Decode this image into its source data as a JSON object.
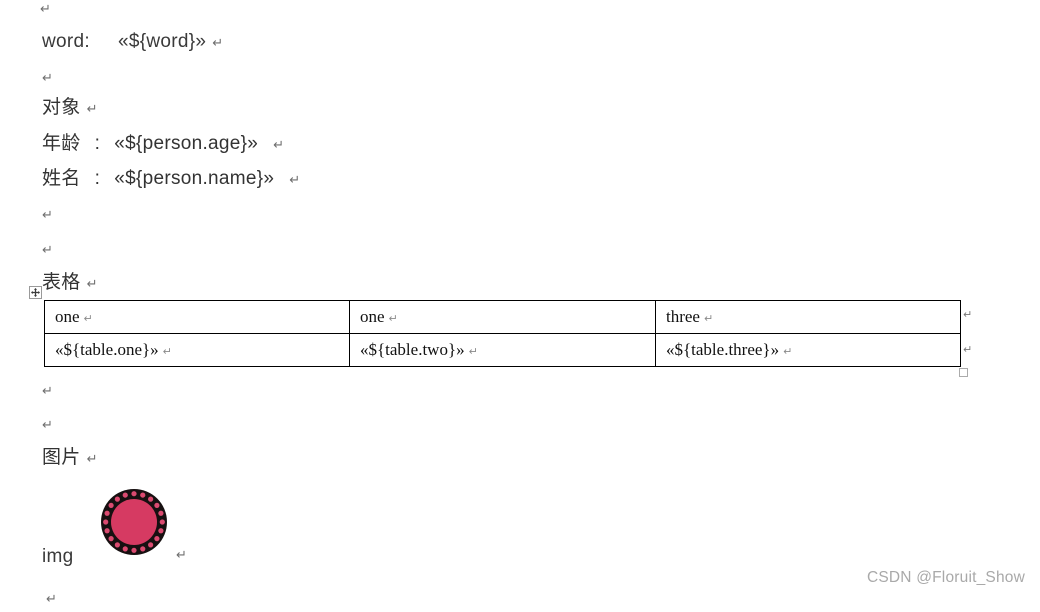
{
  "marks": {
    "pilcrow": "↵"
  },
  "body_text": {
    "word_label": "word:",
    "word_value": "«${word}»",
    "object_heading": "对象",
    "age_label": "年龄",
    "age_value": "«${person.age}»",
    "name_label": "姓名",
    "name_value": "«${person.name}»",
    "colon": "：",
    "table_heading": "表格",
    "image_heading": "图片",
    "img_caption": "img"
  },
  "table": {
    "header_row": [
      "one",
      "one",
      "three"
    ],
    "value_row": [
      "«${table.one}»",
      "«${table.two}»",
      "«${table.three}»"
    ]
  },
  "badge_image": {
    "ring_color": "#171011",
    "fill_color": "#d63a62",
    "dot_color": "#da4a70",
    "dot_count": 20
  },
  "watermark": "CSDN @Floruit_Show"
}
